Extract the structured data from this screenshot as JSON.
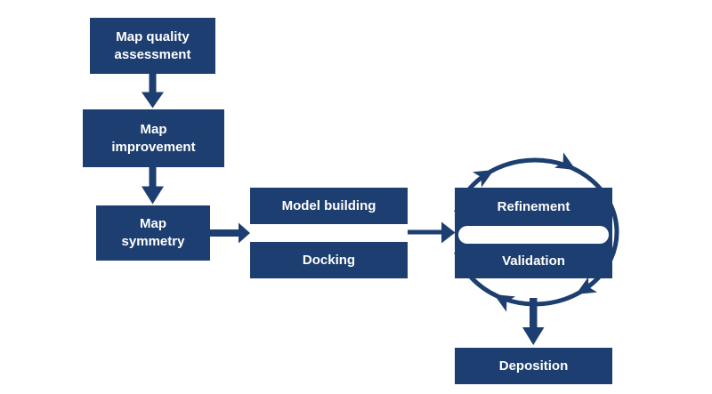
{
  "diagram_type": "flowchart",
  "palette": {
    "node_fill": "#1d3e70",
    "node_text": "#ffffff",
    "arrow": "#1d3e70",
    "background": "#ffffff"
  },
  "nodes": [
    {
      "id": "map-quality-assessment",
      "label": "Map quality assessment"
    },
    {
      "id": "map-improvement",
      "label": "Map improvement"
    },
    {
      "id": "map-symmetry",
      "label": "Map symmetry"
    },
    {
      "id": "model-building",
      "label": "Model building"
    },
    {
      "id": "docking",
      "label": "Docking"
    },
    {
      "id": "refinement",
      "label": "Refinement"
    },
    {
      "id": "validation",
      "label": "Validation"
    },
    {
      "id": "deposition",
      "label": "Deposition"
    }
  ],
  "edges": [
    {
      "from": "map-quality-assessment",
      "to": "map-improvement",
      "style": "block-arrow-down"
    },
    {
      "from": "map-improvement",
      "to": "map-symmetry",
      "style": "block-arrow-down"
    },
    {
      "from": "map-symmetry",
      "to": "model-building + docking",
      "style": "block-arrow-right"
    },
    {
      "from": "model-building + docking",
      "to": "refinement + validation",
      "style": "line-arrow-right"
    },
    {
      "from": "refinement",
      "to": "validation",
      "style": "clockwise-cycle-ellipse"
    },
    {
      "from": "refinement + validation",
      "to": "deposition",
      "style": "block-arrow-down"
    }
  ]
}
